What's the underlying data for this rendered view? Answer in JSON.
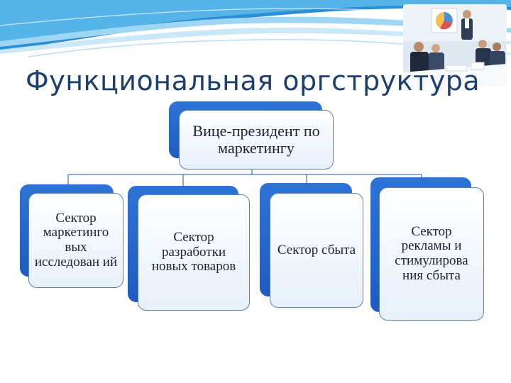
{
  "slide": {
    "title": "Функциональная оргструктура"
  },
  "org_chart": {
    "root": {
      "label": "Вице-президент по маркетингу"
    },
    "children": [
      {
        "label": "Сектор маркетинго вых исследован ий"
      },
      {
        "label": "Сектор разработки новых товаров"
      },
      {
        "label": "Сектор сбыта"
      },
      {
        "label": "Сектор рекламы и стимулирова ния сбыта"
      }
    ]
  },
  "colors": {
    "title": "#1d3f6e",
    "box_accent": "#2566cc",
    "box_border": "#5b82b5",
    "connector": "#4a78b8"
  },
  "decor": {
    "header_image": "business-meeting-photo-icon"
  }
}
